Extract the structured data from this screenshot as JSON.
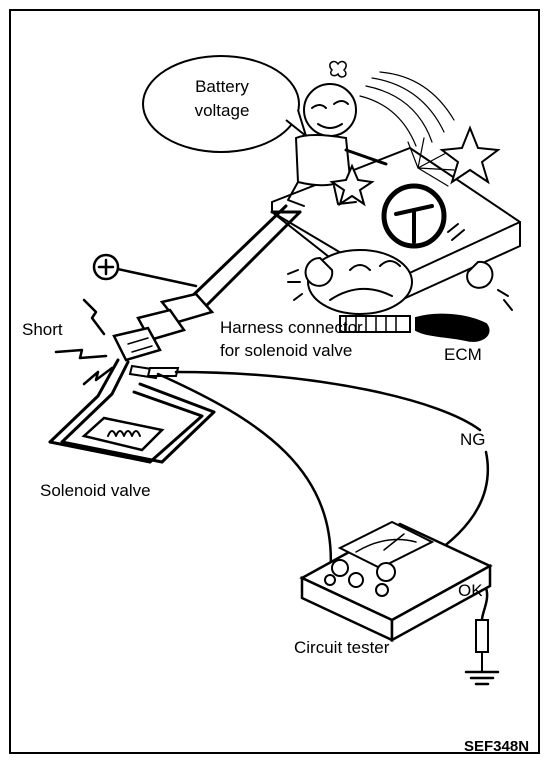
{
  "labels": {
    "bubble_line1": "Battery",
    "bubble_line2": "voltage",
    "short": "Short",
    "harness_line1": "Harness connector",
    "harness_line2": "for solenoid valve",
    "ecm": "ECM",
    "ng": "NG",
    "solenoid": "Solenoid valve",
    "ok": "OK",
    "tester": "Circuit tester",
    "code": "SEF348N"
  },
  "icons": [
    "plus-terminal-icon",
    "lightning-icon",
    "star-icon",
    "coil-icon",
    "ground-icon"
  ]
}
